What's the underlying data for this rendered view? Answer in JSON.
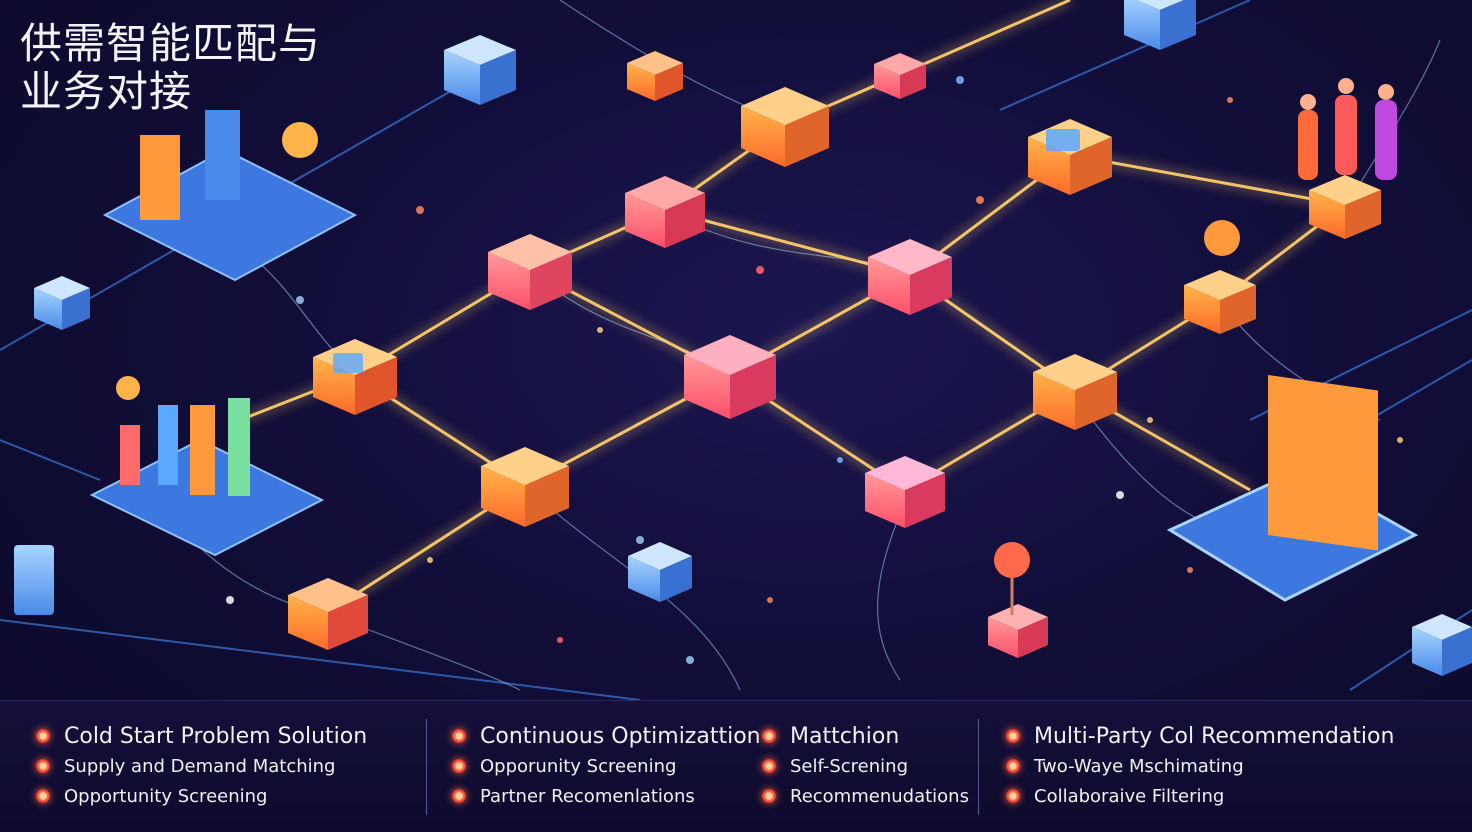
{
  "title": "供需智能匹配与\n业务对接",
  "colors": {
    "bg": "#120e3a",
    "orange": "#ff9a3c",
    "pink": "#ff6a6a",
    "blue": "#5aa8ff",
    "beam": "#ffd27a"
  },
  "legend": {
    "col1": [
      "Cold Start Problem Solution",
      "Supply and Demand Matching",
      "Opportunity Screening"
    ],
    "col2": [
      "Continuous Optimizattion",
      "Opporunity Screening",
      "Partner Recomenlations"
    ],
    "col3": [
      "Mattchion",
      "Self-Screning",
      "Recommenudations"
    ],
    "col4": [
      "Multi-Party Col Recommendation",
      "Two-Waye Mschimating",
      "Collaboraive Filtering"
    ]
  }
}
